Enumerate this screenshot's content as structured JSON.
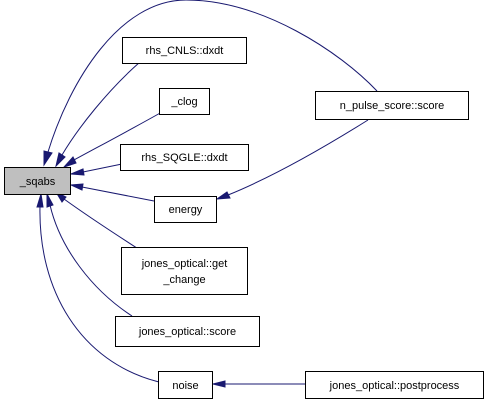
{
  "graph": {
    "root": "_sqabs",
    "nodes": [
      {
        "id": "root",
        "lines": [
          "_sqabs"
        ]
      },
      {
        "id": "cnls",
        "lines": [
          "rhs_CNLS::dxdt"
        ]
      },
      {
        "id": "clog",
        "lines": [
          "_clog"
        ]
      },
      {
        "id": "sqgle",
        "lines": [
          "rhs_SQGLE::dxdt"
        ]
      },
      {
        "id": "energy",
        "lines": [
          "energy"
        ]
      },
      {
        "id": "getchange",
        "lines": [
          "jones_optical::get",
          "_change"
        ]
      },
      {
        "id": "joscore",
        "lines": [
          "jones_optical::score"
        ]
      },
      {
        "id": "noise",
        "lines": [
          "noise"
        ]
      },
      {
        "id": "npulse",
        "lines": [
          "n_pulse_score::score"
        ]
      },
      {
        "id": "postprocess",
        "lines": [
          "jones_optical::postprocess"
        ]
      }
    ],
    "edges": [
      {
        "from": "npulse",
        "to": "root"
      },
      {
        "from": "cnls",
        "to": "root"
      },
      {
        "from": "clog",
        "to": "root"
      },
      {
        "from": "sqgle",
        "to": "root"
      },
      {
        "from": "energy",
        "to": "root"
      },
      {
        "from": "getchange",
        "to": "root"
      },
      {
        "from": "joscore",
        "to": "root"
      },
      {
        "from": "noise",
        "to": "root"
      },
      {
        "from": "npulse",
        "to": "energy"
      },
      {
        "from": "postprocess",
        "to": "noise"
      }
    ],
    "colors": {
      "edge": "#191970",
      "root_fill": "#bfbfbf",
      "node_fill": "#ffffff"
    }
  }
}
